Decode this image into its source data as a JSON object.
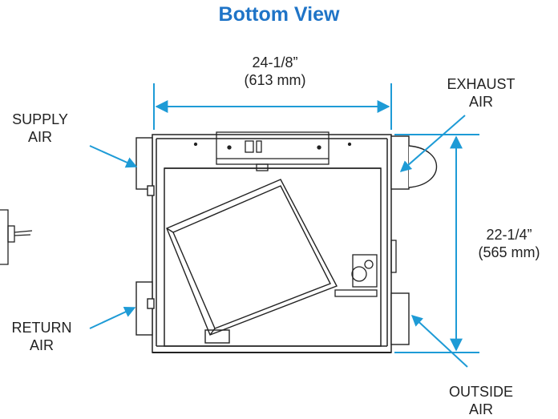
{
  "title": "Bottom View",
  "colors": {
    "title": "#1f74c7",
    "arrow": "#1e9bd6",
    "drawing": "#222222"
  },
  "dimensions": {
    "width": {
      "imperial": "24-1/8”",
      "metric": "(613 mm)"
    },
    "height": {
      "imperial": "22-1/4”",
      "metric": "(565 mm)"
    }
  },
  "ports": {
    "supply": {
      "line1": "SUPPLY",
      "line2": "AIR"
    },
    "exhaust": {
      "line1": "EXHAUST",
      "line2": "AIR"
    },
    "return": {
      "line1": "RETURN",
      "line2": "AIR"
    },
    "outside": {
      "line1": "OUTSIDE",
      "line2": "AIR"
    }
  }
}
